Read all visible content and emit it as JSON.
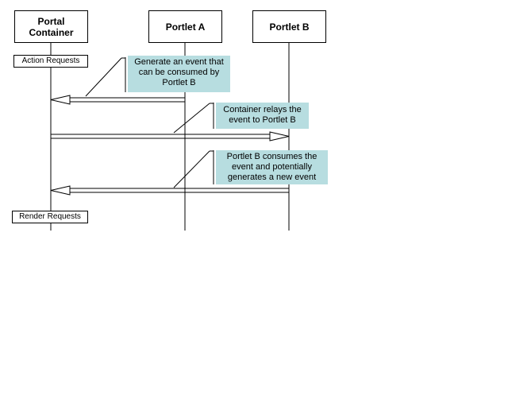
{
  "participants": [
    {
      "id": "portal",
      "lines": [
        "Portal",
        "Container"
      ]
    },
    {
      "id": "portlet-a",
      "lines": [
        "Portlet A"
      ]
    },
    {
      "id": "portlet-b",
      "lines": [
        "Portlet B"
      ]
    }
  ],
  "sections": {
    "action": "Action Requests",
    "render": "Render Requests"
  },
  "notes": [
    {
      "lines": [
        "Generate an event that",
        "can be consumed by",
        "Portlet B"
      ]
    },
    {
      "lines": [
        "Container relays the",
        "event to Portlet B"
      ]
    },
    {
      "lines": [
        "Portlet B consumes the",
        "event and potentially",
        "generates a new event"
      ]
    }
  ],
  "colors": {
    "note_fill": "#b7dde0",
    "line": "#000000"
  }
}
